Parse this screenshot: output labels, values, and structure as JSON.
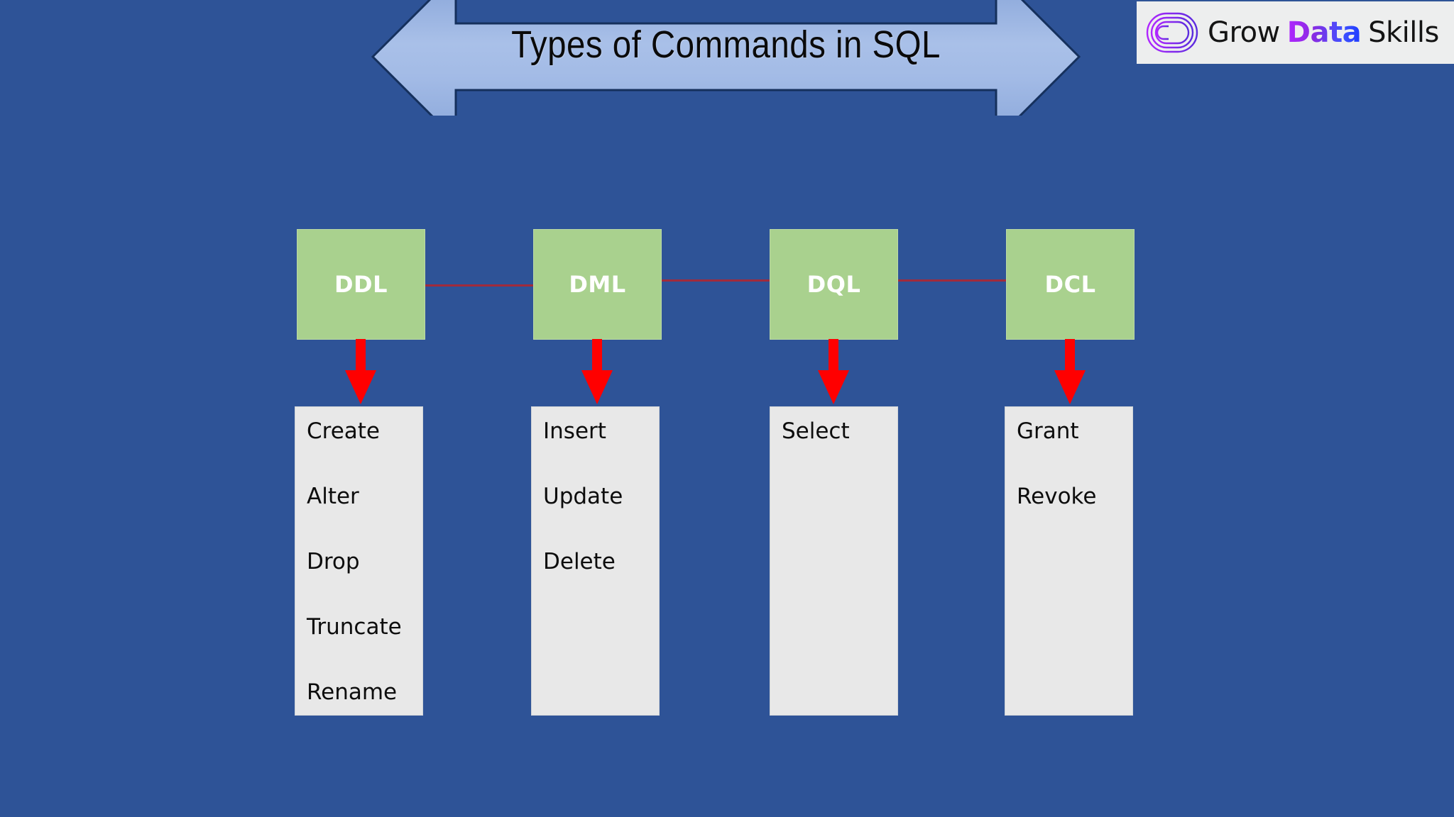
{
  "slide": {
    "background_color": "#2E5397",
    "title": "Types of Commands in SQL"
  },
  "logo": {
    "word1": "Grow",
    "word2": "Data",
    "word3": "Skills",
    "accent_gradient_start": "#b026ff",
    "accent_gradient_end": "#1e3cff",
    "panel_color": "#edeeee"
  },
  "diagram": {
    "category_box_color": "#A9D18E",
    "category_label_color": "#ffffff",
    "command_box_color": "#E8E8E8",
    "arrow_color": "#FF0000",
    "connector_color": "#A02B3C",
    "columns": [
      {
        "key": "ddl",
        "label": "DDL",
        "commands": [
          "Create",
          "Alter",
          "Drop",
          "Truncate",
          "Rename"
        ]
      },
      {
        "key": "dml",
        "label": "DML",
        "commands": [
          "Insert",
          "Update",
          "Delete"
        ]
      },
      {
        "key": "dql",
        "label": "DQL",
        "commands": [
          "Select"
        ]
      },
      {
        "key": "dcl",
        "label": "DCL",
        "commands": [
          "Grant",
          "Revoke"
        ]
      }
    ]
  }
}
